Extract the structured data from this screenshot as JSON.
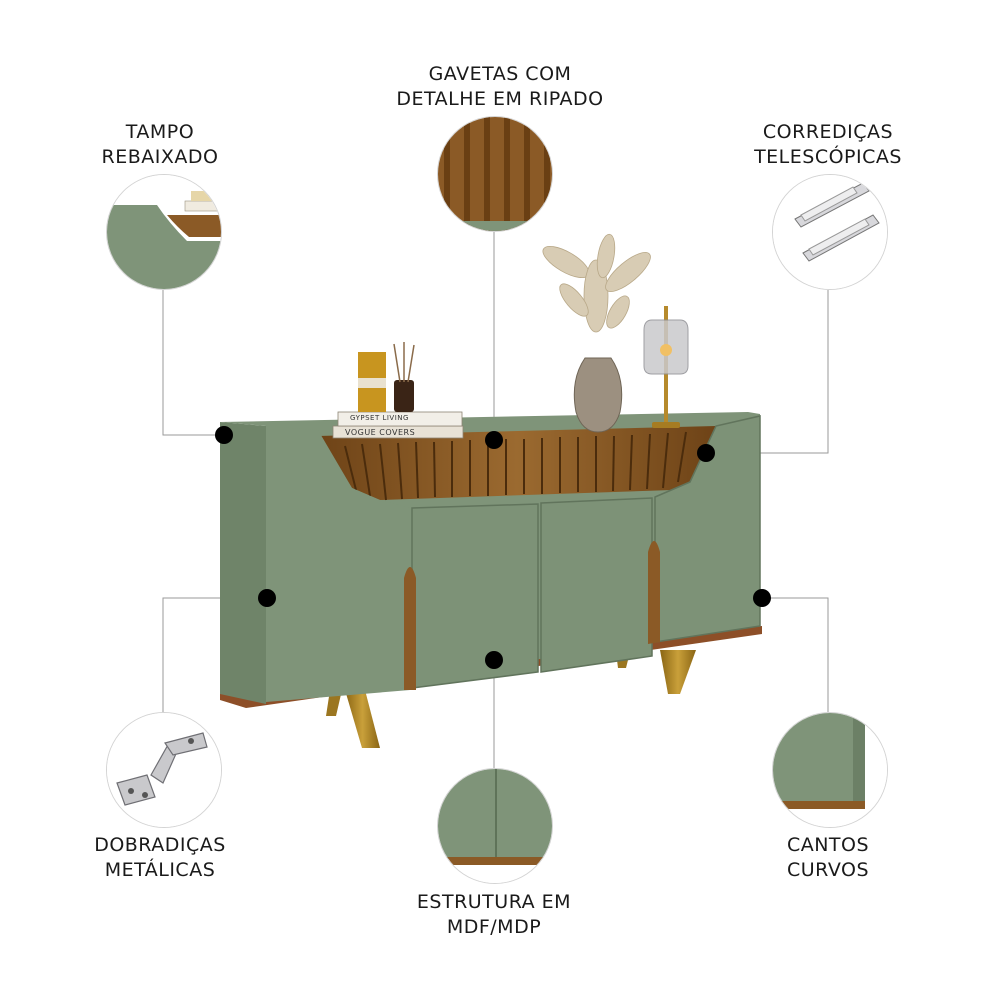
{
  "features": {
    "gavetas": {
      "line1": "GAVETAS COM",
      "line2": "DETALHE EM RIPADO"
    },
    "tampo": {
      "line1": "TAMPO",
      "line2": "REBAIXADO"
    },
    "corredicas": {
      "line1": "CORREDIÇAS",
      "line2": "TELESCÓPICAS"
    },
    "dobradicas": {
      "line1": "DOBRADIÇAS",
      "line2": "METÁLICAS"
    },
    "estrutura": {
      "line1": "ESTRUTURA EM",
      "line2": "MDF/MDP"
    },
    "cantos": {
      "line1": "CANTOS",
      "line2": "CURVOS"
    }
  },
  "props": {
    "book_top": "GYPSET LIVING",
    "book_bottom": "VOGUE COVERS"
  },
  "colors": {
    "green": "#7f9479",
    "wood": "#8b5a26",
    "gold": "#b8891f",
    "line": "#9a9a9a"
  }
}
